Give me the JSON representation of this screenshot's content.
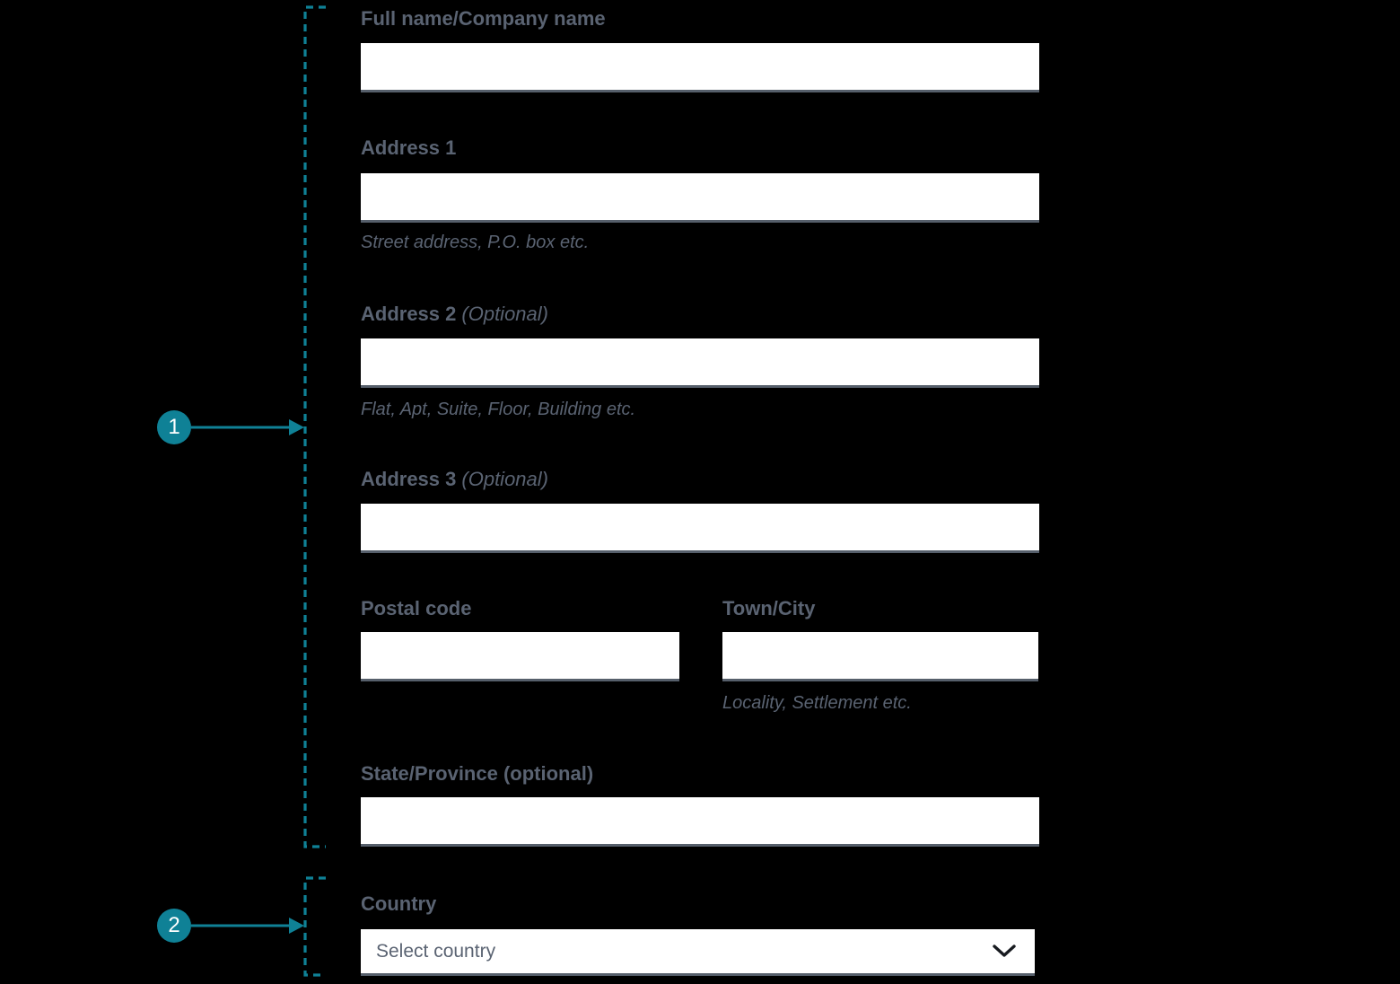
{
  "colors": {
    "background": "#000000",
    "accent": "#0f8196",
    "label_text": "#5a6372",
    "input_background": "#ffffff",
    "input_border": "#565f6b"
  },
  "annotations": {
    "markers": [
      {
        "number": "1"
      },
      {
        "number": "2"
      }
    ]
  },
  "form": {
    "full_name": {
      "label": "Full name/Company name",
      "value": ""
    },
    "address1": {
      "label": "Address 1",
      "helper": "Street address, P.O. box etc.",
      "value": ""
    },
    "address2": {
      "label": "Address 2",
      "optional": "(Optional)",
      "helper": "Flat, Apt, Suite, Floor, Building etc.",
      "value": ""
    },
    "address3": {
      "label": "Address 3",
      "optional": "(Optional)",
      "value": ""
    },
    "postal_code": {
      "label": "Postal code",
      "value": ""
    },
    "town_city": {
      "label": "Town/City",
      "helper": "Locality, Settlement etc.",
      "value": ""
    },
    "state_province": {
      "label": "State/Province (optional)",
      "value": ""
    },
    "country": {
      "label": "Country",
      "placeholder": "Select country",
      "icon": "chevron-down-icon"
    }
  }
}
